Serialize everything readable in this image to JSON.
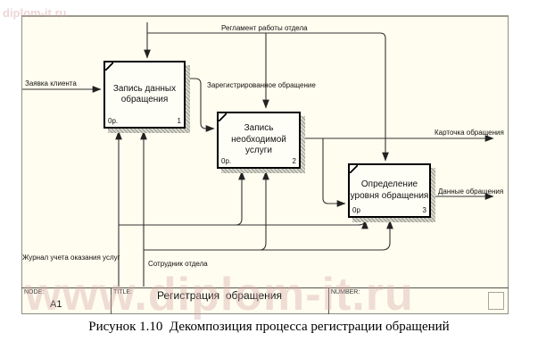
{
  "watermarks": {
    "top": "diplom-it.ru",
    "main": "www.diplom-it.ru"
  },
  "boxes": [
    {
      "title": "Запись данных обращения",
      "cost": "0р.",
      "num": "1"
    },
    {
      "title": "Запись необходимой услуги",
      "cost": "0р.",
      "num": "2"
    },
    {
      "title": "Определение уровня обращения",
      "cost": "0р",
      "num": "3"
    }
  ],
  "arrows": {
    "client_request": "Заявка клиента",
    "regulation": "Регламент работы отдела",
    "registered_request": "Зарегистрированное обращение",
    "request_card": "Карточка обращения",
    "request_data": "Данные обращения",
    "journal": "Журнал учета оказания услуг",
    "employee": "Сотрудник отдела"
  },
  "kit": {
    "node_label": "NODE:",
    "node_value": "A1",
    "title_label": "TITLE:",
    "title_value": "Регистрация  обращения",
    "number_label": "NUMBER:"
  },
  "caption": "Рисунок 1.10  Декомпозиция процесса регистрации обращений",
  "colors": {
    "sheet": "#fffdef",
    "line": "#333333",
    "watermark": "rgba(214,167,167,0.38)"
  }
}
